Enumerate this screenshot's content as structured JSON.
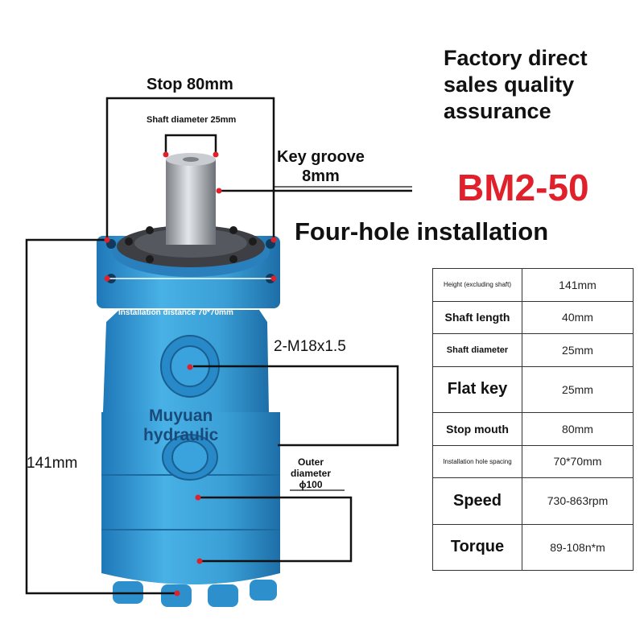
{
  "tagline": [
    "Factory direct",
    "sales quality",
    "assurance"
  ],
  "model": "BM2-50",
  "install_title": "Four-hole installation",
  "labels": {
    "stop": "Stop 80mm",
    "shaft_diameter": "Shaft diameter 25mm",
    "key_groove_1": "Key groove",
    "key_groove_2": "8mm",
    "install_distance": "Installation distance 70*70mm",
    "port": "2-M18x1.5",
    "brand_1": "Muyuan",
    "brand_2": "hydraulic",
    "height": "141mm",
    "outer_1": "Outer",
    "outer_2": "diameter",
    "outer_3": "ϕ100"
  },
  "specs": [
    {
      "key": "Height (excluding shaft)",
      "value": "141mm"
    },
    {
      "key": "Shaft length",
      "value": "40mm"
    },
    {
      "key": "Shaft diameter",
      "value": "25mm"
    },
    {
      "key": "Flat key",
      "value": "25mm"
    },
    {
      "key": "Stop mouth",
      "value": "80mm"
    },
    {
      "key": "Installation hole spacing",
      "value": "70*70mm"
    },
    {
      "key": "Speed",
      "value": "730-863rpm"
    },
    {
      "key": "Torque",
      "value": "89-108n*m"
    }
  ],
  "colors": {
    "motor": "#3a9fd6",
    "accent": "#e0202a",
    "line": "#111111"
  }
}
